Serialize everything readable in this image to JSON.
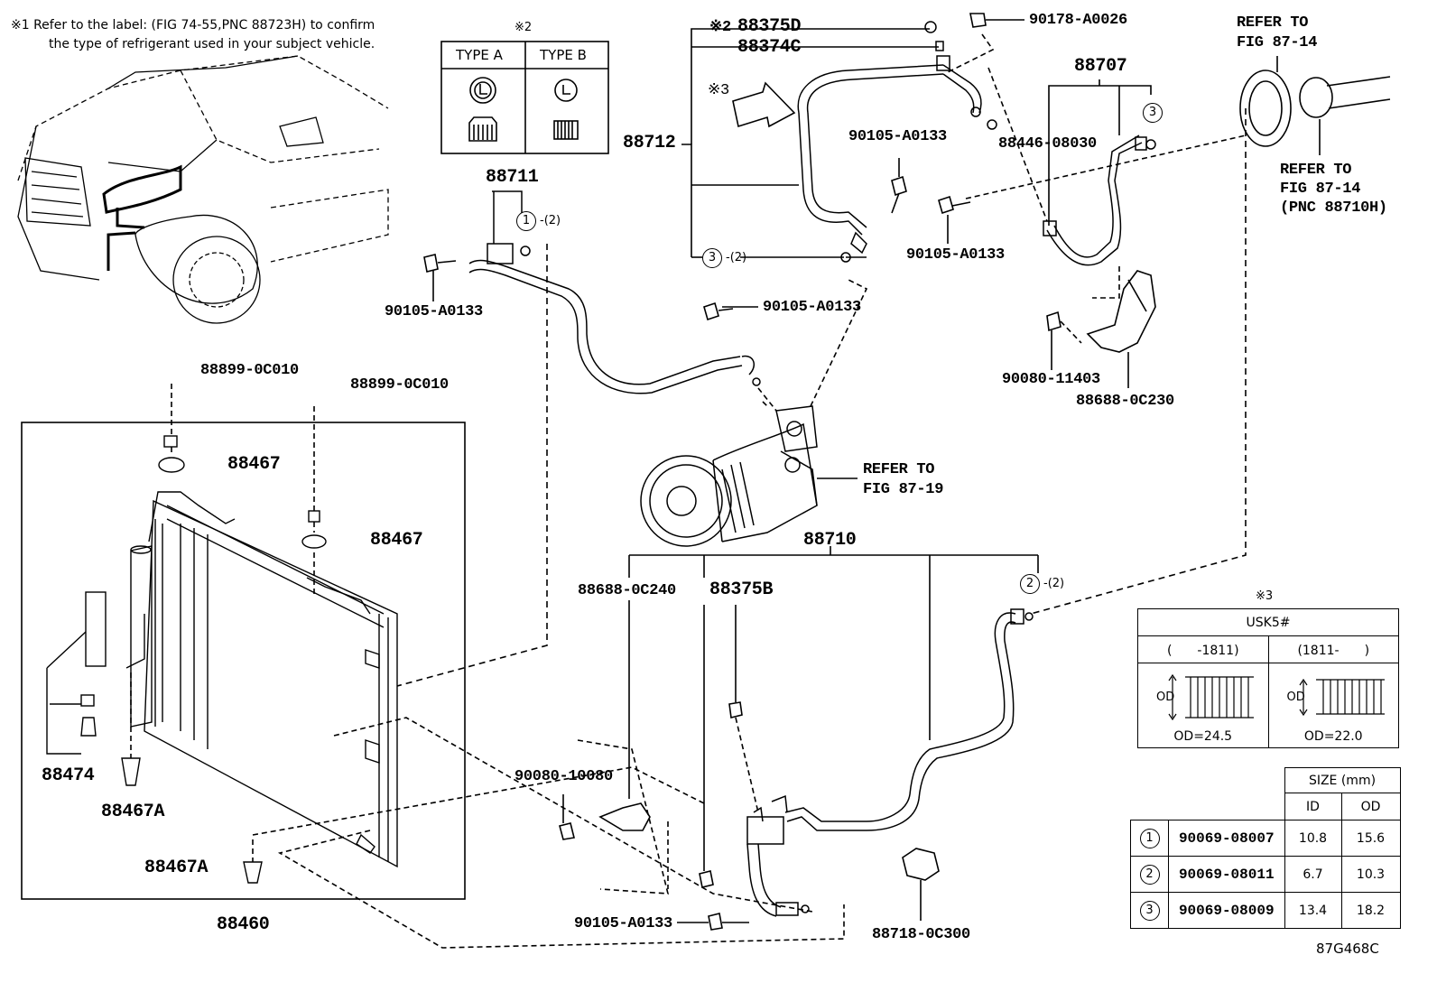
{
  "note1": {
    "line1": "※1 Refer to the label: (FIG 74-55,PNC 88723H) to confirm",
    "line2": "the type of refrigerant used in your subject vehicle."
  },
  "type_box": {
    "mark": "※2",
    "col_a": "TYPE A",
    "col_b": "TYPE B"
  },
  "labels": {
    "p88375D": "88375D",
    "p88374C": "88374C",
    "mark2": "※2",
    "mark3": "※3",
    "p90178": "90178-A0026",
    "p88707": "88707",
    "p88712": "88712",
    "p88711": "88711",
    "p90105_a": "90105-A0133",
    "p90105_b": "90105-A0133",
    "p90105_c": "90105-A0133",
    "p90105_d": "90105-A0133",
    "p90105_e": "90105-A0133",
    "p88446": "88446-08030",
    "p90080_11403": "90080-11403",
    "p88688_0c230": "88688-0C230",
    "p88899_a": "88899-0C010",
    "p88899_b": "88899-0C010",
    "p88467_a": "88467",
    "p88467_b": "88467",
    "p88474": "88474",
    "p88467A_a": "88467A",
    "p88467A_b": "88467A",
    "p88460": "88460",
    "p88710": "88710",
    "p88688_0c240": "88688-0C240",
    "p88375B": "88375B",
    "p90080_10080": "90080-10080",
    "p88718": "88718-0C300",
    "refer_compressor_1": "REFER TO",
    "refer_compressor_2": "FIG 87-19",
    "refer_top_1": "REFER TO",
    "refer_top_2": "FIG 87-14",
    "refer_right_1": "REFER TO",
    "refer_right_2": "FIG 87-14",
    "refer_right_3": "(PNC 88710H)",
    "sub2": "-(2)",
    "sub3": "-(2)",
    "sub1": "-(2)",
    "figure_code": "87G468C"
  },
  "circles": {
    "c1": "1",
    "c2": "2",
    "c3a": "3",
    "c3b": "3"
  },
  "usk_box": {
    "mark": "※3",
    "title": "USK5#",
    "col1": "(　　-1811)",
    "col2": "(1811-　　)",
    "od_label_1": "OD",
    "od_label_2": "OD",
    "od1": "OD=24.5",
    "od2": "OD=22.0"
  },
  "size_table": {
    "header": "SIZE (mm)",
    "col_id": "ID",
    "col_od": "OD",
    "rows": [
      {
        "num": "1",
        "part": "90069-08007",
        "id": "10.8",
        "od": "15.6"
      },
      {
        "num": "2",
        "part": "90069-08011",
        "id": "6.7",
        "od": "10.3"
      },
      {
        "num": "3",
        "part": "90069-08009",
        "id": "13.4",
        "od": "18.2"
      }
    ]
  }
}
